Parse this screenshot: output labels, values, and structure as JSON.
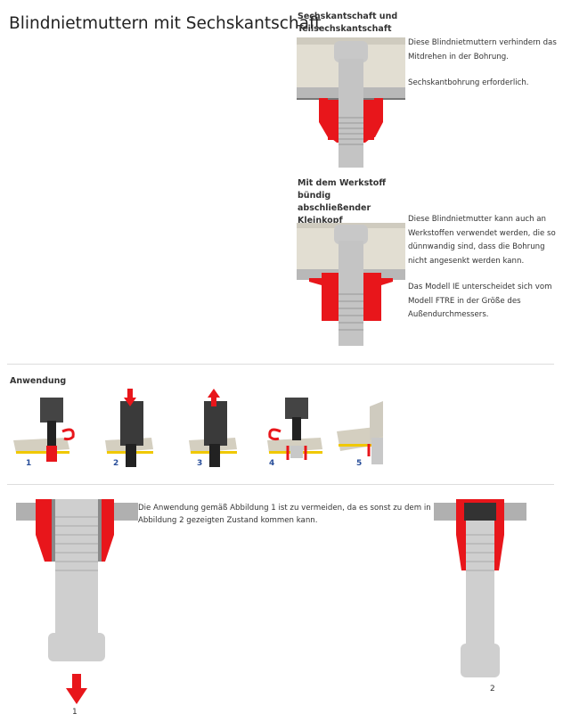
{
  "title": "Blindnietmuttern mit Sechskantschaft",
  "sections": [
    {
      "heading": "Sechskantschaft und Teilsechskantschaft",
      "paragraphs": [
        "Diese Blindnietmuttern verhindern das Mitdrehen in der Bohrung.",
        "Sechskantbohrung erforderlich."
      ]
    },
    {
      "heading": "Mit dem Werkstoff bündig abschließender Kleinkopf",
      "paragraphs": [
        "Diese Blindnietmutter kann auch an Werkstoffen verwendet werden, die so dünnwandig sind, dass die Bohrung nicht angesenkt werden kann.",
        "Das Modell IE unterscheidet sich vom Modell FTRE in der Größe des Außendurchmessers."
      ]
    }
  ],
  "anwendung": {
    "heading": "Anwendung",
    "steps": [
      "1",
      "2",
      "3",
      "4",
      "5"
    ]
  },
  "note": {
    "text": "Die Anwendung gemäß Abbildung 1 ist zu vermeiden, da es sonst zu dem in Abbildung 2 gezeigten Zustand kommen kann.",
    "figure1_label": "1",
    "figure2_label": "2"
  },
  "colors": {
    "red": "#e8161b",
    "steel": "#c4c4c4",
    "plate": "#d8d4c8",
    "yellow": "#f0c800",
    "step_label": "#2a4f9a"
  }
}
